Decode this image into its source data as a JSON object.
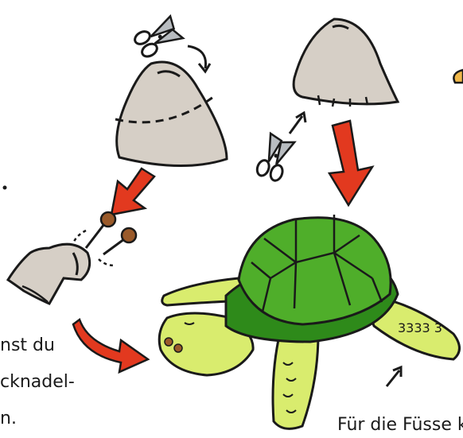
{
  "texts": {
    "line1": "nst du",
    "line2": "cknadel-",
    "line3": "n.",
    "caption_bottom": "Für die Füsse k"
  },
  "colors": {
    "cone_fill": "#d6cfc6",
    "outline": "#1a1a1a",
    "arrow_red": "#e2391f",
    "shell_dark": "#2e8a1a",
    "shell_light": "#4fae2a",
    "skin": "#d9ec6e",
    "pin_head": "#9a5a2a",
    "scissor_handle": "#ffffff",
    "scissor_blade": "#b8bcc0"
  },
  "icons": [
    "scissors-icon",
    "scissors-icon",
    "pin-icon",
    "pin-icon"
  ]
}
